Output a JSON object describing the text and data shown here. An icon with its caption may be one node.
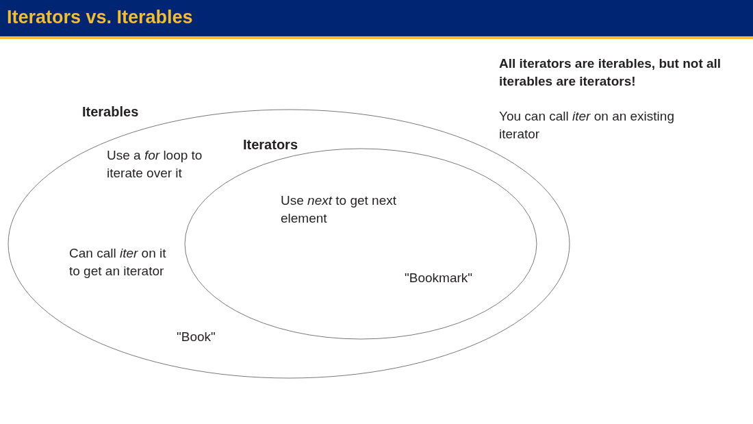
{
  "diagram": {
    "title": "Iterators vs. Iterables",
    "nodes": [
      {
        "text": [
          "Iterables",
          "Use a *for* loop to iterate over it",
          "Can call *iter* on it to get an iterator",
          "\"Book\""
        ]
      },
      {
        "text": [
          "Iterators",
          "Use *next* to get next element",
          "\"Bookmark\""
        ],
        "in": 0
      }
    ],
    "labels": [
      "All iterators are iterables, but not all iterables are iterators!",
      "You can call *iter* on an existing iterator"
    ]
  }
}
